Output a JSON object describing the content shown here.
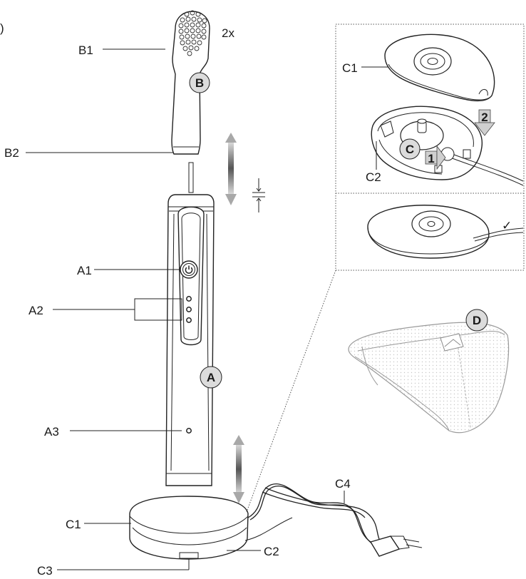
{
  "corner_mark": ")",
  "brush_head_qty": "2x",
  "checkmark": "✓",
  "badges": {
    "A": "A",
    "B": "B",
    "C": "C",
    "D": "D",
    "step1": "1",
    "step2": "2"
  },
  "labels": {
    "B1": "B1",
    "B2": "B2",
    "A1": "A1",
    "A2": "A2",
    "A3": "A3",
    "C1_base": "C1",
    "C2_base": "C2",
    "C3": "C3",
    "C4": "C4",
    "C1_detail": "C1",
    "C2_detail": "C2"
  },
  "icons": [
    "power-icon",
    "double-arrow-icon",
    "gap-indicator-icon",
    "checkmark-icon",
    "step-arrow-icon",
    "plug-icon"
  ],
  "colors": {
    "line": "#222222",
    "badge_fill": "#dcdcdc",
    "arrow_gray": "#a8a8a8",
    "pouch_line": "#9a9a9a"
  }
}
